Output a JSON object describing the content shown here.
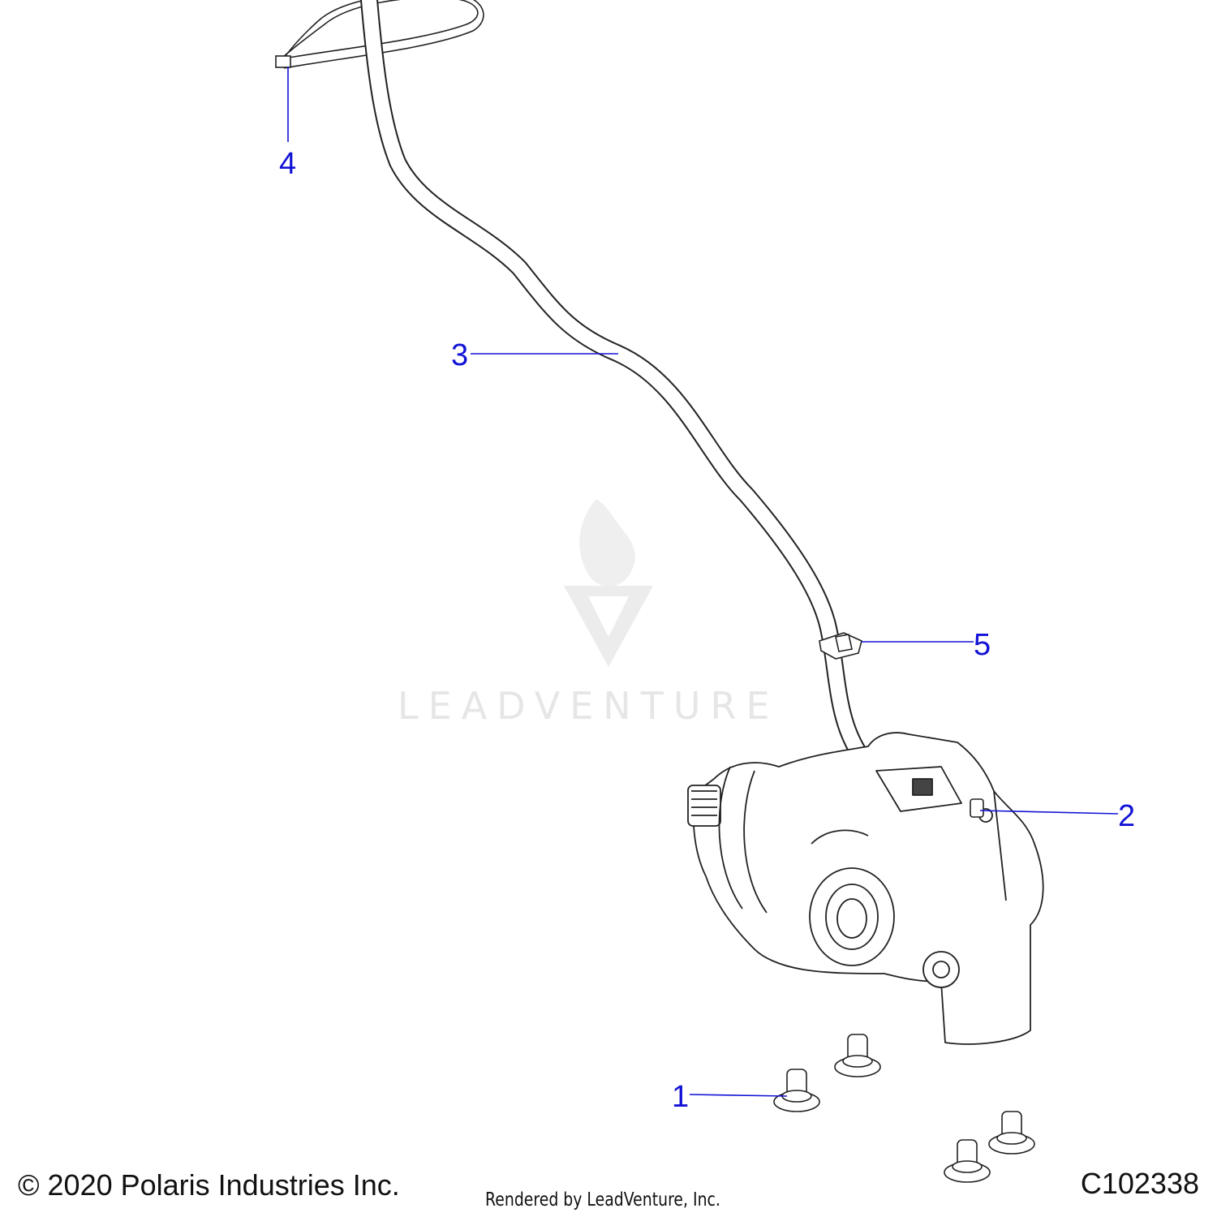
{
  "diagram": {
    "callouts": [
      {
        "id": "1",
        "label": "1"
      },
      {
        "id": "2",
        "label": "2"
      },
      {
        "id": "3",
        "label": "3"
      },
      {
        "id": "4",
        "label": "4"
      },
      {
        "id": "5",
        "label": "5"
      }
    ],
    "callout_color": "#1212d6",
    "watermark_text": "LEADVENTURE"
  },
  "footer": {
    "copyright": "© 2020 Polaris Industries Inc.",
    "rendered_by": "Rendered by LeadVenture, Inc.",
    "drawing_id": "C102338"
  }
}
